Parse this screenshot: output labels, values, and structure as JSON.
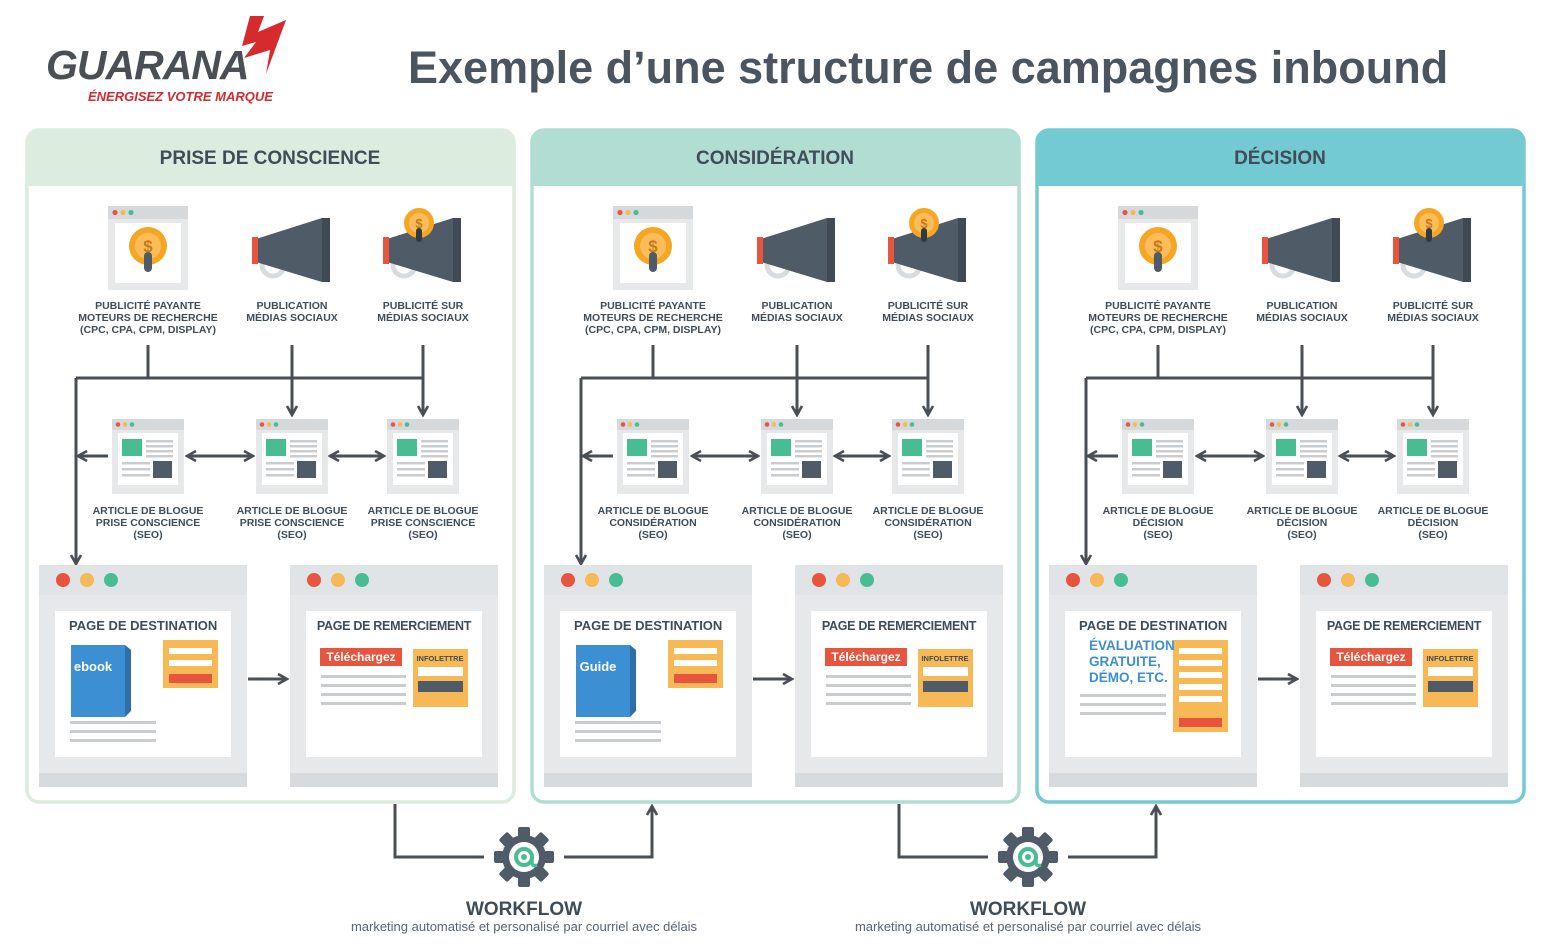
{
  "brand": {
    "name": "GUARANA",
    "tagline": "ÉNERGISEZ VOTRE MARQUE"
  },
  "title": "Exemple d’une structure de campagnes inbound",
  "colors": {
    "text": "#3f4d59",
    "brand_red": "#d62a2e",
    "stage_colors": [
      "#dcecdf",
      "#b2ddd3",
      "#74cad2"
    ],
    "orange": "#f7b955",
    "red": "#e8553f",
    "teal": "#48bd93",
    "blue": "#3d8fd3",
    "gray_dark": "#4f5b67"
  },
  "stages": [
    {
      "header": "PRISE DE CONSCIENCE",
      "sources": [
        {
          "label": [
            "PUBLICITÉ PAYANTE",
            "MOTEURS DE RECHERCHE",
            "(CPC, CPA, CPM, DISPLAY)"
          ],
          "icon": "monitor-dollar-icon"
        },
        {
          "label": [
            "PUBLICATION",
            "MÉDIAS SOCIAUX"
          ],
          "icon": "megaphone-icon"
        },
        {
          "label": [
            "PUBLICITÉ SUR",
            "MÉDIAS SOCIAUX"
          ],
          "icon": "megaphone-dollar-icon"
        }
      ],
      "blogs": [
        [
          "ARTICLE DE BLOGUE",
          "PRISE CONSCIENCE",
          "(SEO)"
        ],
        [
          "ARTICLE DE BLOGUE",
          "PRISE CONSCIENCE",
          "(SEO)"
        ],
        [
          "ARTICLE DE BLOGUE",
          "PRISE CONSCIENCE",
          "(SEO)"
        ]
      ],
      "landing": {
        "title": "PAGE DE DESTINATION",
        "offer": [
          "ebook"
        ],
        "offer_kind": "book"
      },
      "thanks": {
        "title": "PAGE DE REMERCIEMENT",
        "download": "Téléchargez",
        "newsletter": "INFOLETTRE"
      }
    },
    {
      "header": "CONSIDÉRATION",
      "sources": [
        {
          "label": [
            "PUBLICITÉ PAYANTE",
            "MOTEURS DE RECHERCHE",
            "(CPC, CPA, CPM, DISPLAY)"
          ],
          "icon": "monitor-dollar-icon"
        },
        {
          "label": [
            "PUBLICATION",
            "MÉDIAS SOCIAUX"
          ],
          "icon": "megaphone-icon"
        },
        {
          "label": [
            "PUBLICITÉ SUR",
            "MÉDIAS SOCIAUX"
          ],
          "icon": "megaphone-dollar-icon"
        }
      ],
      "blogs": [
        [
          "ARTICLE DE BLOGUE",
          "CONSIDÉRATION",
          "(SEO)"
        ],
        [
          "ARTICLE DE BLOGUE",
          "CONSIDÉRATION",
          "(SEO)"
        ],
        [
          "ARTICLE DE BLOGUE",
          "CONSIDÉRATION",
          "(SEO)"
        ]
      ],
      "landing": {
        "title": "PAGE DE DESTINATION",
        "offer": [
          "Guide"
        ],
        "offer_kind": "book"
      },
      "thanks": {
        "title": "PAGE DE REMERCIEMENT",
        "download": "Téléchargez",
        "newsletter": "INFOLETTRE"
      }
    },
    {
      "header": "DÉCISION",
      "sources": [
        {
          "label": [
            "PUBLICITÉ PAYANTE",
            "MOTEURS DE RECHERCHE",
            "(CPC, CPA, CPM, DISPLAY)"
          ],
          "icon": "monitor-dollar-icon"
        },
        {
          "label": [
            "PUBLICATION",
            "MÉDIAS SOCIAUX"
          ],
          "icon": "megaphone-icon"
        },
        {
          "label": [
            "PUBLICITÉ SUR",
            "MÉDIAS SOCIAUX"
          ],
          "icon": "megaphone-dollar-icon"
        }
      ],
      "blogs": [
        [
          "ARTICLE DE BLOGUE",
          "DÉCISION",
          "(SEO)"
        ],
        [
          "ARTICLE DE BLOGUE",
          "DÉCISION",
          "(SEO)"
        ],
        [
          "ARTICLE DE BLOGUE",
          "DÉCISION",
          "(SEO)"
        ]
      ],
      "landing": {
        "title": "PAGE DE DESTINATION",
        "offer": [
          "ÉVALUATION",
          "GRATUITE,",
          "DÉMO, ETC."
        ],
        "offer_kind": "text"
      },
      "thanks": {
        "title": "PAGE DE REMERCIEMENT",
        "download": "Téléchargez",
        "newsletter": "INFOLETTRE"
      }
    }
  ],
  "workflows": [
    {
      "title": "WORKFLOW",
      "subtitle": "marketing automatisé et personalisé par courriel avec délais",
      "icon": "gear-at-icon"
    },
    {
      "title": "WORKFLOW",
      "subtitle": "marketing automatisé et personalisé par courriel avec délais",
      "icon": "gear-at-icon"
    }
  ]
}
